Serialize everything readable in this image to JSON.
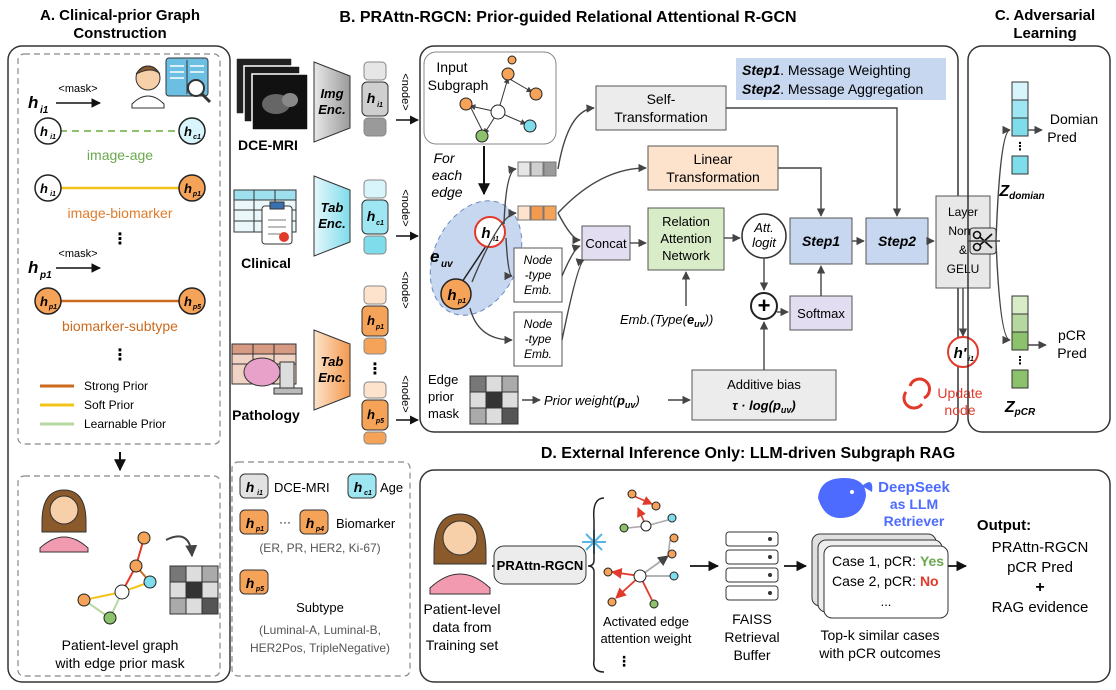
{
  "panels": {
    "a_title_1": "A. Clinical-prior Graph",
    "a_title_2": "Construction",
    "b_title": "B. PRAttn-RGCN: Prior-guided Relational Attentional R-GCN",
    "c_title_1": "C. Adversarial",
    "c_title_2": "Learning",
    "d_title": "D. External Inference Only: LLM-driven Subgraph RAG"
  },
  "panel_a": {
    "mask_label": "<mask>",
    "h": "h",
    "i1": "i1",
    "c1": "c1",
    "p1": "p1",
    "p5": "p5",
    "image_age": "image-age",
    "image_biomarker": "image-biomarker",
    "biomarker_subtype": "biomarker-subtype",
    "vdots": "⋮",
    "legend_strong": "Strong Prior",
    "legend_soft": "Soft Prior",
    "legend_learnable": "Learnable Prior",
    "caption_1": "Patient-level graph",
    "caption_2": "with edge prior mask"
  },
  "inputs": {
    "mri": "DCE-MRI",
    "clinical": "Clinical",
    "pathology": "Pathology",
    "img_enc_1": "Img",
    "img_enc_2": "Enc.",
    "tab_enc_1": "Tab",
    "tab_enc_2": "Enc.",
    "node_tag": "<node>",
    "dots": "⋮"
  },
  "legend_box": {
    "dce": "DCE-MRI",
    "age": "Age",
    "p4": "p4",
    "biomarker": "Biomarker",
    "biomarker_sub": "(ER, PR, HER2, Ki-67)",
    "subtype": "Subtype",
    "subtype_sub_1": "(Luminal-A, Luminal-B,",
    "subtype_sub_2": "HER2Pos, TripleNegative)",
    "ellipsis": "···"
  },
  "panel_b": {
    "input_subgraph_1": "Input",
    "input_subgraph_2": "Subgraph",
    "for_each_1": "For",
    "for_each_2": "each",
    "for_each_3": "edge",
    "euv": "e",
    "uv": "uv",
    "step1_title": "Step1",
    "step1_desc": ". Message Weighting",
    "step2_title": "Step2",
    "step2_desc": ". Message Aggregation",
    "self_trans_1": "Self-",
    "self_trans_2": "Transformation",
    "linear_1": "Linear",
    "linear_2": "Transformation",
    "concat": "Concat",
    "rel_att_1": "Relation",
    "rel_att_2": "Attention",
    "rel_att_3": "Network",
    "att_logit_1": "Att.",
    "att_logit_2": "logit",
    "step1_box": "Step1",
    "step2_box": "Step2",
    "layer_norm_1": "Layer",
    "layer_norm_2": "Norm",
    "layer_norm_3": "&",
    "layer_norm_4": "GELU",
    "node_type_1": "Node",
    "node_type_2": "-type",
    "node_type_3": "Emb.",
    "emb_type": "Emb.(Type(",
    "emb_type_end": "))",
    "softmax": "Softmax",
    "plus": "+",
    "edge_prior_1": "Edge",
    "edge_prior_2": "prior",
    "edge_prior_3": "mask",
    "prior_weight": "Prior weight(",
    "prior_weight_p": "p",
    "prior_weight_end": ")",
    "additive_bias": "Additive bias",
    "bias_formula": "τ · log(p",
    "bias_formula_end": ")",
    "update_1": "Update",
    "update_2": "node",
    "h_prime": "h′"
  },
  "panel_c": {
    "domain_pred_1": "Domian",
    "domain_pred_2": "Pred",
    "z_domain": "Z",
    "z_domain_sub": "domian",
    "pcr_pred_1": "pCR",
    "pcr_pred_2": "Pred",
    "z_pcr": "Z",
    "z_pcr_sub": "pCR"
  },
  "panel_d": {
    "patient_1": "Patient-level",
    "patient_2": "data from",
    "patient_3": "Training set",
    "prattn": "PRAttn-RGCN",
    "activated_1": "Activated edge",
    "activated_2": "attention weight",
    "faiss_1": "FAISS",
    "faiss_2": "Retrieval",
    "faiss_3": "Buffer",
    "deepseek_1": "DeepSeek",
    "deepseek_2": "as LLM",
    "deepseek_3": "Retriever",
    "case1": "Case 1, pCR: ",
    "case1_val": "Yes",
    "case2": "Case 2, pCR: ",
    "case2_val": "No",
    "case_more": "...",
    "topk_1": "Top-k similar cases",
    "topk_2": "with pCR outcomes",
    "output_title": "Output:",
    "output_1": "PRAttn-RGCN",
    "output_2": "pCR Pred",
    "output_3": "+",
    "output_4": "RAG evidence",
    "vdots": "⋮"
  },
  "colors": {
    "orange": "#f6a35a",
    "orange_light": "#fde3cc",
    "orange_dark": "#e07b2a",
    "cyan": "#7fdceb",
    "cyan_light": "#d7f5fa",
    "green": "#8cc26b",
    "green_light": "#d8ecc8",
    "blue_step": "#c6d7ef",
    "purple": "#e2ddf0",
    "strong": "#cc6a1e",
    "soft": "#f2c318",
    "learnable": "#b7d7a0",
    "red": "#e23a2a"
  }
}
